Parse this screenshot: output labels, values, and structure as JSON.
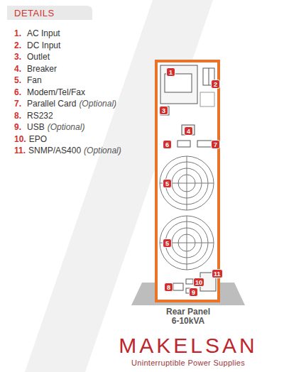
{
  "diagram": {
    "title": "DETAILS",
    "caption": "Rear Panel 6-10kVA",
    "labels": [
      "1.",
      "AC Input",
      "2.",
      "DC Input",
      "3.",
      "Outlet",
      "4.",
      "Breaker",
      "5.",
      "Fan",
      "6.",
      "Modem/Tel/Fax",
      "7.",
      "Parallel Card",
      "(Optional)",
      "8.",
      "RS232",
      "9.",
      "USB",
      "(Optional)",
      "10.",
      "EPO",
      "11.",
      "SNMP/AS400",
      "(Optional)",
      "1",
      "2",
      "3",
      "4",
      "6",
      "7",
      "5",
      "5",
      "8",
      "10",
      "9",
      "11",
      "MAKELSAN",
      "Uninterruptible Power Supplies"
    ]
  }
}
